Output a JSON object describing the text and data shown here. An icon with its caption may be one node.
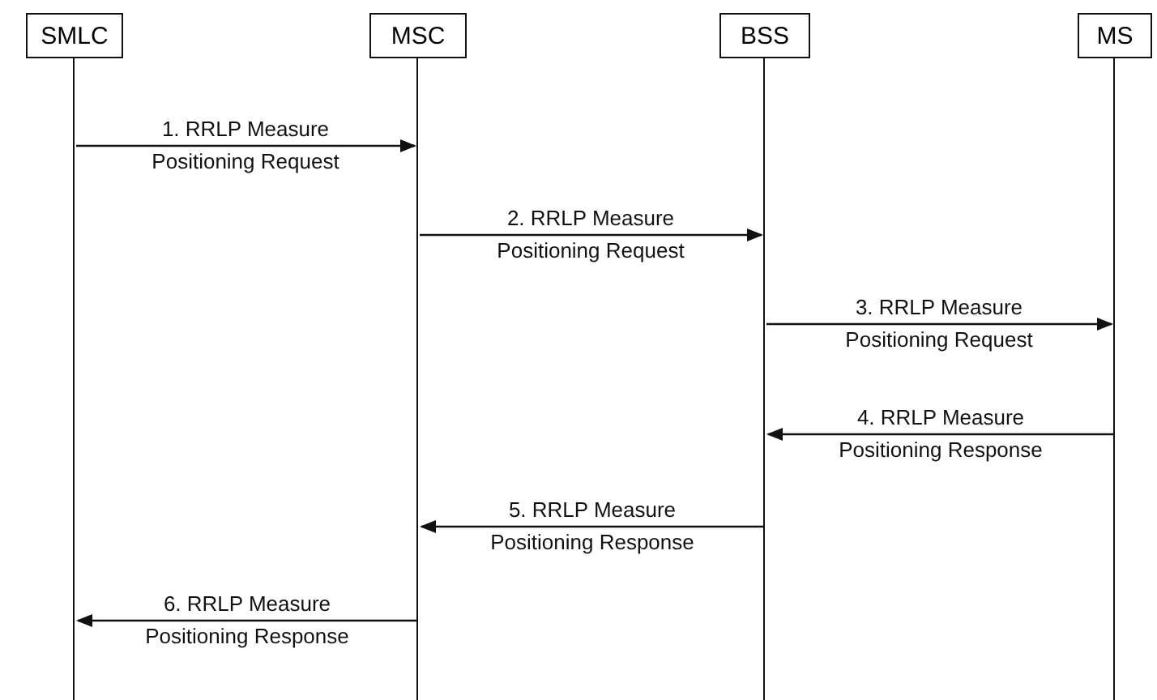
{
  "diagram": {
    "nodes": [
      {
        "text": [
          "SMLC"
        ]
      },
      {
        "text": [
          "MSC"
        ]
      },
      {
        "text": [
          "BSS"
        ]
      },
      {
        "text": [
          "MS"
        ]
      }
    ],
    "edges": [
      {
        "from": 0,
        "to": 1,
        "arrow": "to",
        "label": "1. RRLP Measure Positioning Request"
      },
      {
        "from": 1,
        "to": 2,
        "arrow": "to",
        "label": "2. RRLP Measure Positioning Request"
      },
      {
        "from": 2,
        "to": 3,
        "arrow": "to",
        "label": "3. RRLP Measure Positioning Request"
      },
      {
        "from": 3,
        "to": 2,
        "arrow": "to",
        "label": "4. RRLP Measure Positioning Response"
      },
      {
        "from": 2,
        "to": 1,
        "arrow": "to",
        "label": "5. RRLP Measure Positioning Response"
      },
      {
        "from": 1,
        "to": 0,
        "arrow": "to",
        "label": "6. RRLP Measure Positioning Response"
      }
    ]
  }
}
